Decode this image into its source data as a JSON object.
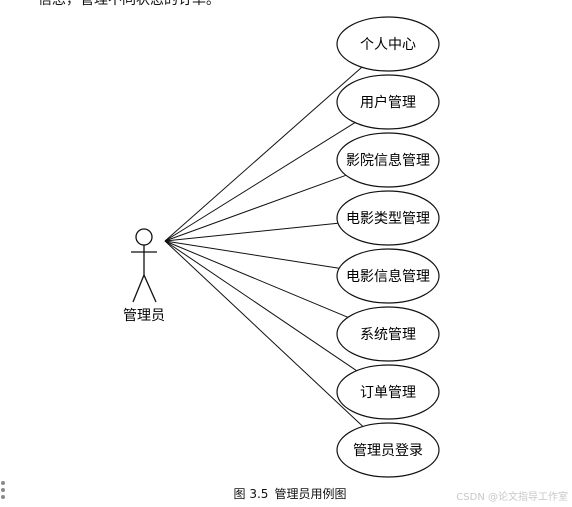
{
  "intro_text": "信息，管理不同状态的订单。",
  "diagram": {
    "actor": {
      "label": "管理员",
      "icon": "stick-figure-actor-icon"
    },
    "use_cases": [
      "个人中心",
      "用户管理",
      "影院信息管理",
      "电影类型管理",
      "电影信息管理",
      "系统管理",
      "订单管理",
      "管理员登录"
    ]
  },
  "caption": {
    "number": "图 3.5",
    "title": "管理员用例图"
  },
  "watermark": "CSDN @论文指导工作室",
  "colors": {
    "stroke": "#111111",
    "watermark": "#c8c8c8"
  }
}
